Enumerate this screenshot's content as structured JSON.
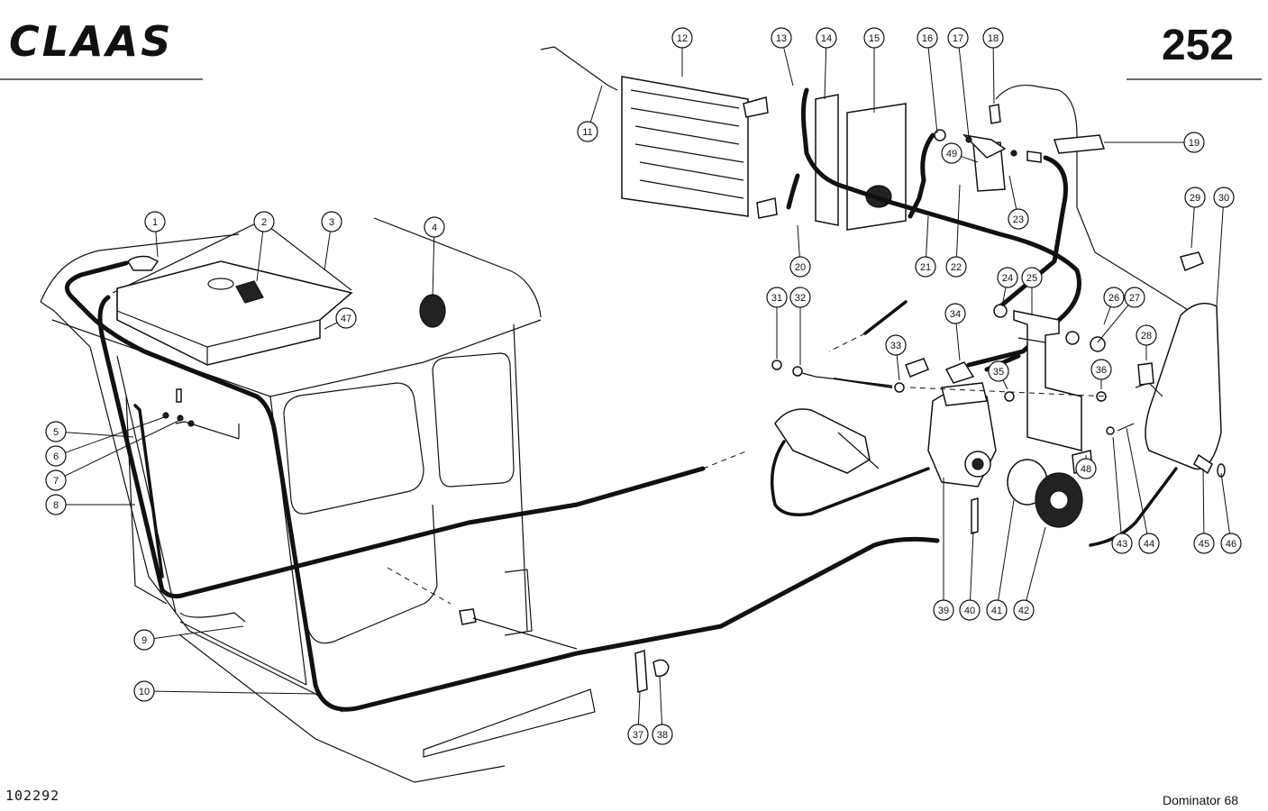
{
  "header": {
    "logo_text": "CLAAS",
    "page_number": "252"
  },
  "footer": {
    "document_id": "102292",
    "model": "Dominator 68"
  },
  "callouts": [
    "1",
    "2",
    "3",
    "4",
    "5",
    "6",
    "7",
    "8",
    "9",
    "10",
    "11",
    "12",
    "13",
    "14",
    "15",
    "16",
    "17",
    "18",
    "19",
    "20",
    "21",
    "22",
    "23",
    "24",
    "25",
    "26",
    "27",
    "28",
    "29",
    "30",
    "31",
    "32",
    "33",
    "34",
    "35",
    "36",
    "37",
    "38",
    "39",
    "40",
    "41",
    "42",
    "43",
    "44",
    "45",
    "46",
    "47",
    "48",
    "49"
  ]
}
